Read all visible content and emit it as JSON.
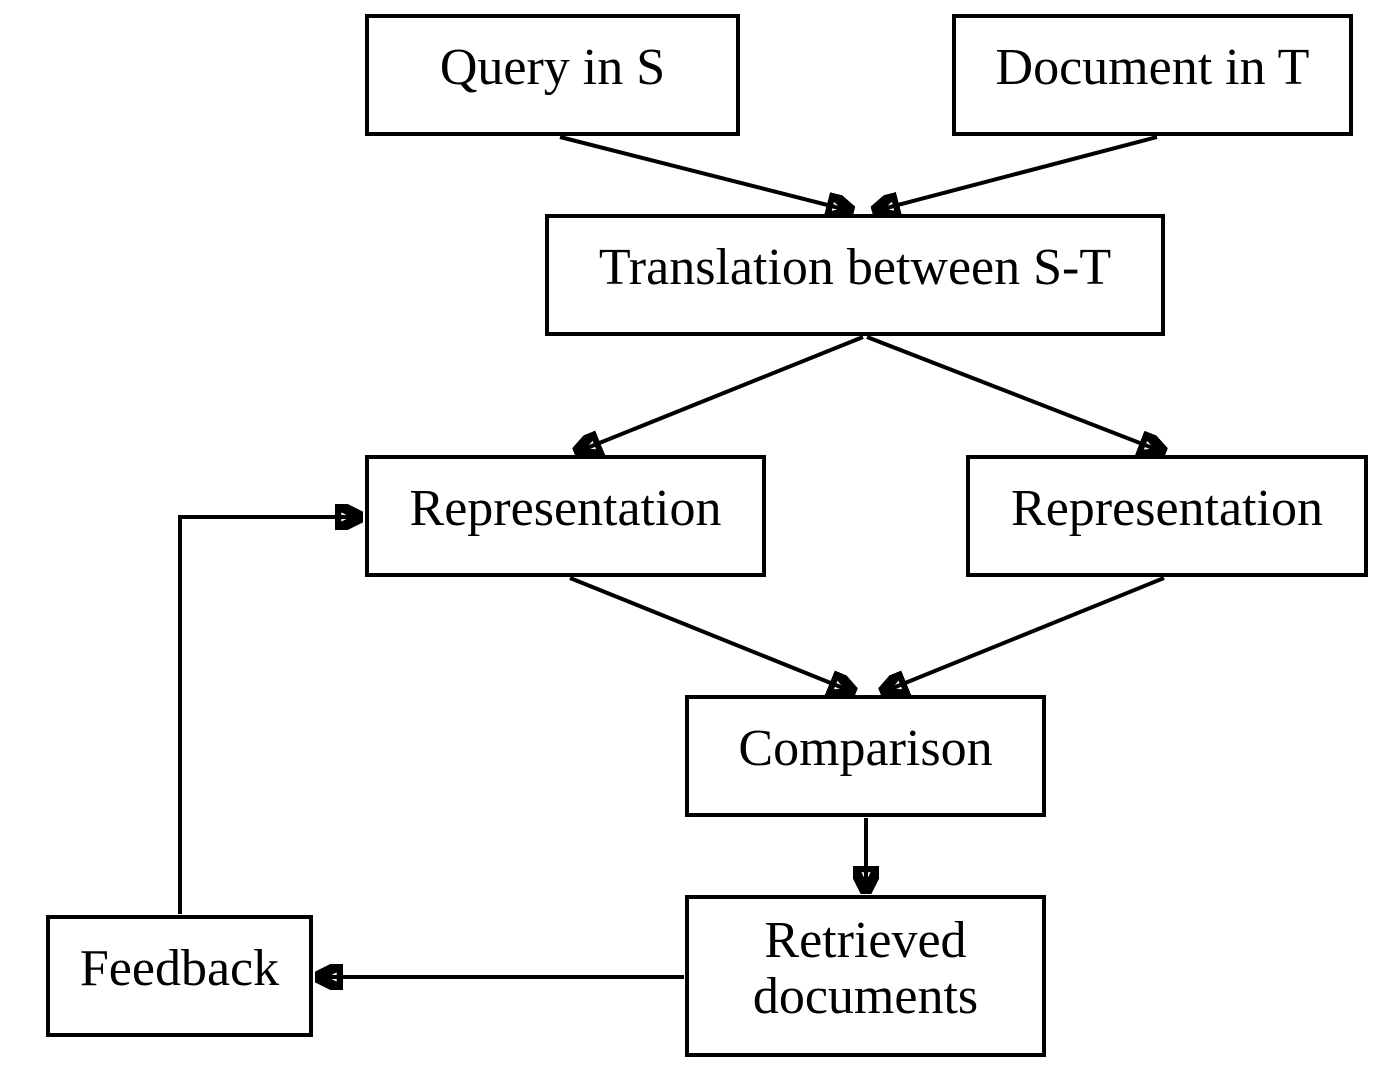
{
  "diagram": {
    "nodes": {
      "query": {
        "label": "Query in S"
      },
      "document": {
        "label": "Document in T"
      },
      "translation": {
        "label": "Translation between S-T"
      },
      "representation_left": {
        "label": "Representation"
      },
      "representation_right": {
        "label": "Representation"
      },
      "comparison": {
        "label": "Comparison"
      },
      "retrieved": {
        "label": "Retrieved documents"
      },
      "feedback": {
        "label": "Feedback"
      }
    },
    "edges": [
      {
        "from": "query",
        "to": "translation"
      },
      {
        "from": "document",
        "to": "translation"
      },
      {
        "from": "translation",
        "to": "representation_left"
      },
      {
        "from": "translation",
        "to": "representation_right"
      },
      {
        "from": "representation_left",
        "to": "comparison"
      },
      {
        "from": "representation_right",
        "to": "comparison"
      },
      {
        "from": "comparison",
        "to": "retrieved"
      },
      {
        "from": "retrieved",
        "to": "feedback"
      },
      {
        "from": "feedback",
        "to": "representation_left"
      }
    ],
    "colors": {
      "line": "#000000",
      "box_fill": "#ffffff",
      "background": "#ffffff",
      "text": "#000000"
    }
  }
}
